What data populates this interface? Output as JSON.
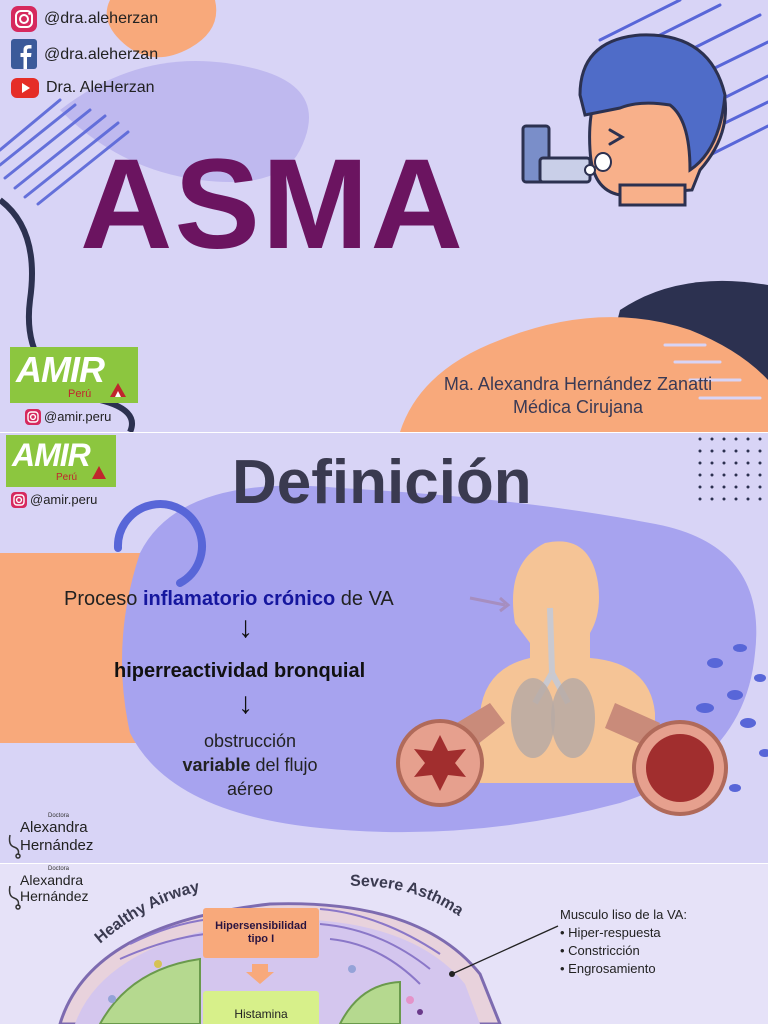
{
  "slide1": {
    "social": [
      {
        "icon": "instagram-icon",
        "handle": "@dra.aleherzan"
      },
      {
        "icon": "facebook-icon",
        "handle": "@dra.aleherzan"
      },
      {
        "icon": "youtube-icon",
        "handle": "Dra. AleHerzan"
      }
    ],
    "title": "ASMA",
    "logo": {
      "name": "AMIR",
      "country": "Perú",
      "handle": "@amir.peru"
    },
    "author": {
      "name": "Ma. Alexandra Hernández Zanatti",
      "role": "Médica Cirujana"
    }
  },
  "slide2": {
    "logo": {
      "name": "AMIR",
      "country": "Perú",
      "handle": "@amir.peru"
    },
    "title": "Definición",
    "line1": {
      "pre": "Proceso ",
      "term1": "inflamatorio",
      "space": " ",
      "term2": "crónico",
      "post": " de VA"
    },
    "arrow": "↓",
    "line2": "hiperreactividad bronquial",
    "line3": {
      "a": "obstrucción",
      "b_bold": "variable",
      "b_rest": " del flujo",
      "c": "aéreo"
    },
    "signature": {
      "tag": "Doctora",
      "first": "Alexandra",
      "last": "Hernández"
    }
  },
  "slide3": {
    "signature": {
      "tag": "Doctora",
      "first": "Alexandra",
      "last": "Hernández"
    },
    "arc_left": "Healthy Airway",
    "arc_right": "Severe Asthma",
    "box1": "Hipersensibilidad tipo I",
    "box2": "Histamina",
    "muscle": {
      "heading": "Musculo liso de la VA:",
      "items": [
        "Hiper-respuesta",
        "Constricción",
        "Engrosamiento"
      ]
    }
  },
  "colors": {
    "lavender": "#d8d4f6",
    "title_purple": "#6b1460",
    "peach": "#f8a97b",
    "navy": "#2c3150",
    "blue_accent": "#5866d8",
    "amir_green": "#8cc63f",
    "definition_dark_blue": "#15169e"
  }
}
